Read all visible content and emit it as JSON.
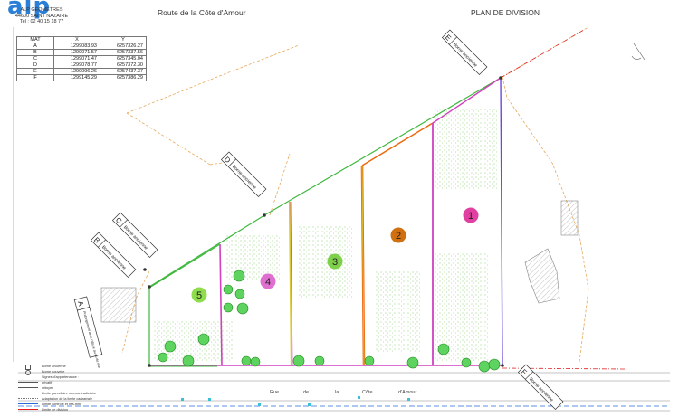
{
  "header": {
    "logo": "alp",
    "company_name": "ALP GEOMETRES",
    "company_city": "44600 SAINT NAZAIRE",
    "company_phone": "Tel : 02 40 15 18 77",
    "title_left": "Route de la Côte d'Amour",
    "title_right": "PLAN DE DIVISION"
  },
  "coord_table": {
    "headers": [
      "MAT",
      "X",
      "Y"
    ],
    "rows": [
      [
        "A",
        "1299083.93",
        "6257326.27"
      ],
      [
        "B",
        "1299071.57",
        "6257337.56"
      ],
      [
        "C",
        "1299071.47",
        "6257345.04"
      ],
      [
        "D",
        "1299078.77",
        "6257372.30"
      ],
      [
        "E",
        "1299096.26",
        "6257437.37"
      ],
      [
        "F",
        "1299145.29",
        "6257386.29"
      ]
    ]
  },
  "corner_labels": {
    "A": {
      "letter": "A",
      "text": "Prolongement de la clôture au nu du mur"
    },
    "B": {
      "letter": "B",
      "text": "Borne ancienne"
    },
    "C": {
      "letter": "C",
      "text": "Borne ancienne"
    },
    "D": {
      "letter": "D",
      "text": "Borne ancienne"
    },
    "E": {
      "letter": "E",
      "text": "Borne ancienne"
    },
    "F": {
      "letter": "F",
      "text": "Borne ancienne"
    }
  },
  "lots": [
    {
      "number": "1",
      "color": "#e040a0"
    },
    {
      "number": "2",
      "color": "#d07010"
    },
    {
      "number": "3",
      "color": "#7ed04a"
    },
    {
      "number": "4",
      "color": "#e070d0"
    },
    {
      "number": "5",
      "color": "#8fdc4c"
    }
  ],
  "street": {
    "words": [
      "Rue",
      "de",
      "la",
      "Côte",
      "d'Amour"
    ]
  },
  "legend": {
    "items": [
      {
        "label": "Borne ancienne",
        "color": "#555555"
      },
      {
        "label": "Borne nouvelle",
        "color": "#555555"
      },
      {
        "label": "Signes d'appartenance :",
        "color": "#555555"
      },
      {
        "label": "privatif",
        "color": "#555555"
      },
      {
        "label": "mitoyen",
        "color": "#555555"
      },
      {
        "label": "Limite parcellaire non-contradictoire",
        "color": "#777777"
      },
      {
        "label": "Adaptation de la limite cadastrale",
        "color": "#777777"
      },
      {
        "label": "Limite contrôle et réa-mm",
        "color": "#2a6bd8"
      },
      {
        "label": "Limite de division",
        "color": "#e02020"
      }
    ]
  },
  "colors": {
    "lot_border_magenta": "#d040c0",
    "lot_border_green": "#3fb83f",
    "lot_border_orange": "#ee6a10",
    "lot_border_yellow": "#d8c830",
    "boundary_red": "#e02020",
    "cadastral_orange": "#e8a85a",
    "blue": "#2a6bd8"
  }
}
